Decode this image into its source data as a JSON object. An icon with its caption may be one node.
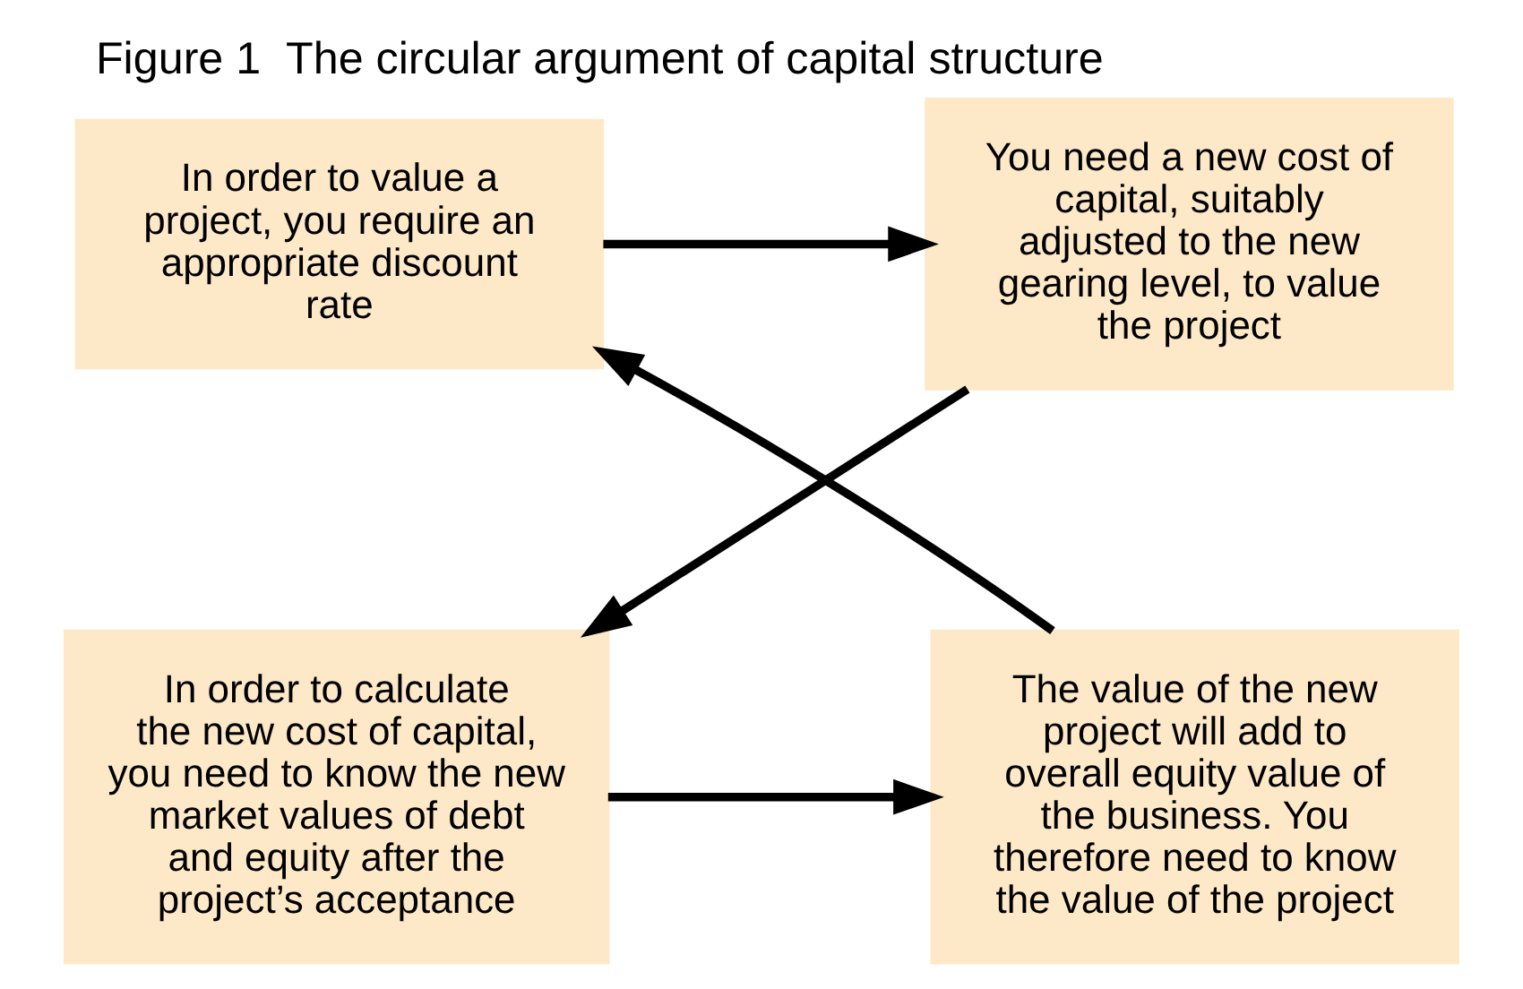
{
  "diagram": {
    "title": "Figure 1  The circular argument of capital structure",
    "nodes": [
      {
        "text": [
          "In order to value a project, you require an appropriate discount rate"
        ]
      },
      {
        "text": [
          "You need a new cost of capital, suitably adjusted to the new gearing level, to value the project"
        ]
      },
      {
        "text": [
          "The value of the new project will add to overall equity value of the business. You therefore need to know the value of the project"
        ]
      },
      {
        "text": [
          "In order to calculate the new cost of capital, you need to know the new market values of debt and equity after the project’s acceptance"
        ]
      }
    ],
    "edges": [
      {
        "from": 0,
        "to": 1,
        "arrow": "to"
      },
      {
        "from": 1,
        "to": 3,
        "arrow": "to"
      },
      {
        "from": 3,
        "to": 2,
        "arrow": "to"
      },
      {
        "from": 2,
        "to": 0,
        "arrow": "to"
      }
    ]
  }
}
